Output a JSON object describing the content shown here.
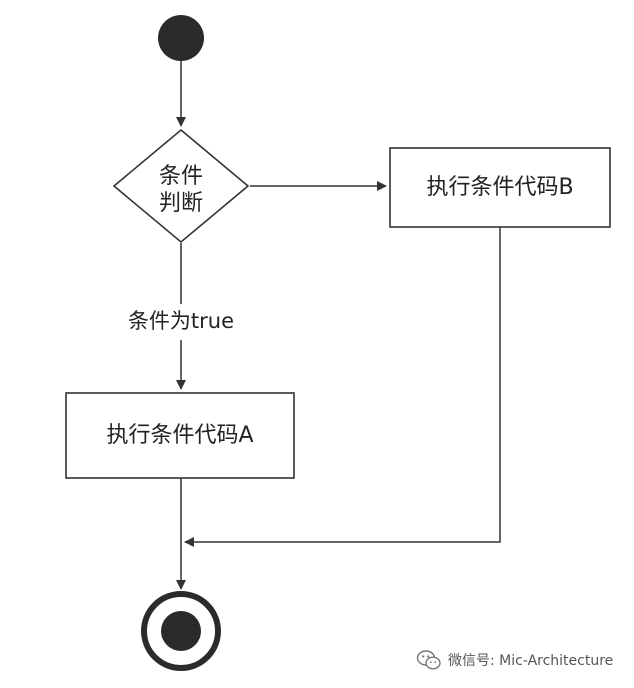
{
  "diagram": {
    "decision": {
      "line1": "条件",
      "line2": "判断"
    },
    "action_b": "执行条件代码B",
    "action_a": "执行条件代码A",
    "edge_true_label": "条件为true"
  },
  "watermark": {
    "icon": "wechat-icon",
    "text": "微信号: Mic-Architecture"
  },
  "colors": {
    "stroke": "#333333",
    "fill_dark": "#2b2b2b",
    "text": "#222222"
  }
}
